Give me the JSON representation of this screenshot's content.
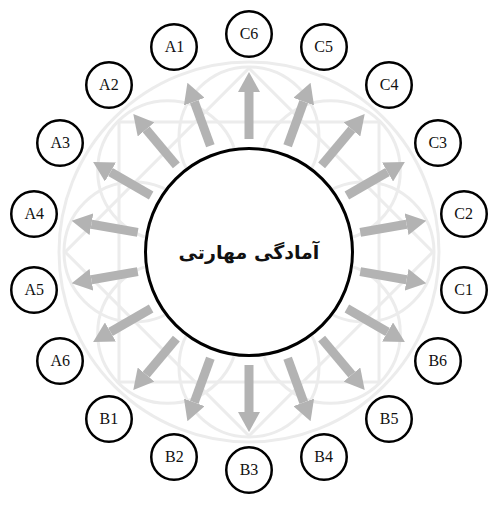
{
  "diagram": {
    "nodes": [
      {
        "text": [
          "آمادگی مهارتی"
        ]
      },
      {
        "text": [
          "A1"
        ]
      },
      {
        "text": [
          "A2"
        ]
      },
      {
        "text": [
          "A3"
        ]
      },
      {
        "text": [
          "A4"
        ]
      },
      {
        "text": [
          "A5"
        ]
      },
      {
        "text": [
          "A6"
        ]
      },
      {
        "text": [
          "B1"
        ]
      },
      {
        "text": [
          "B2"
        ]
      },
      {
        "text": [
          "B3"
        ]
      },
      {
        "text": [
          "B4"
        ]
      },
      {
        "text": [
          "B5"
        ]
      },
      {
        "text": [
          "B6"
        ]
      },
      {
        "text": [
          "C1"
        ]
      },
      {
        "text": [
          "C2"
        ]
      },
      {
        "text": [
          "C3"
        ]
      },
      {
        "text": [
          "C4"
        ]
      },
      {
        "text": [
          "C5"
        ]
      },
      {
        "text": [
          "C6"
        ]
      }
    ],
    "edges": [
      {
        "from": 0,
        "to": 1,
        "arrow": "to"
      },
      {
        "from": 0,
        "to": 2,
        "arrow": "to"
      },
      {
        "from": 0,
        "to": 3,
        "arrow": "to"
      },
      {
        "from": 0,
        "to": 4,
        "arrow": "to"
      },
      {
        "from": 0,
        "to": 5,
        "arrow": "to"
      },
      {
        "from": 0,
        "to": 6,
        "arrow": "to"
      },
      {
        "from": 0,
        "to": 7,
        "arrow": "to"
      },
      {
        "from": 0,
        "to": 8,
        "arrow": "to"
      },
      {
        "from": 0,
        "to": 9,
        "arrow": "to"
      },
      {
        "from": 0,
        "to": 10,
        "arrow": "to"
      },
      {
        "from": 0,
        "to": 11,
        "arrow": "to"
      },
      {
        "from": 0,
        "to": 12,
        "arrow": "to"
      },
      {
        "from": 0,
        "to": 13,
        "arrow": "to"
      },
      {
        "from": 0,
        "to": 14,
        "arrow": "to"
      },
      {
        "from": 0,
        "to": 15,
        "arrow": "to"
      },
      {
        "from": 0,
        "to": 16,
        "arrow": "to"
      },
      {
        "from": 0,
        "to": 17,
        "arrow": "to"
      },
      {
        "from": 0,
        "to": 18,
        "arrow": "to"
      }
    ]
  }
}
